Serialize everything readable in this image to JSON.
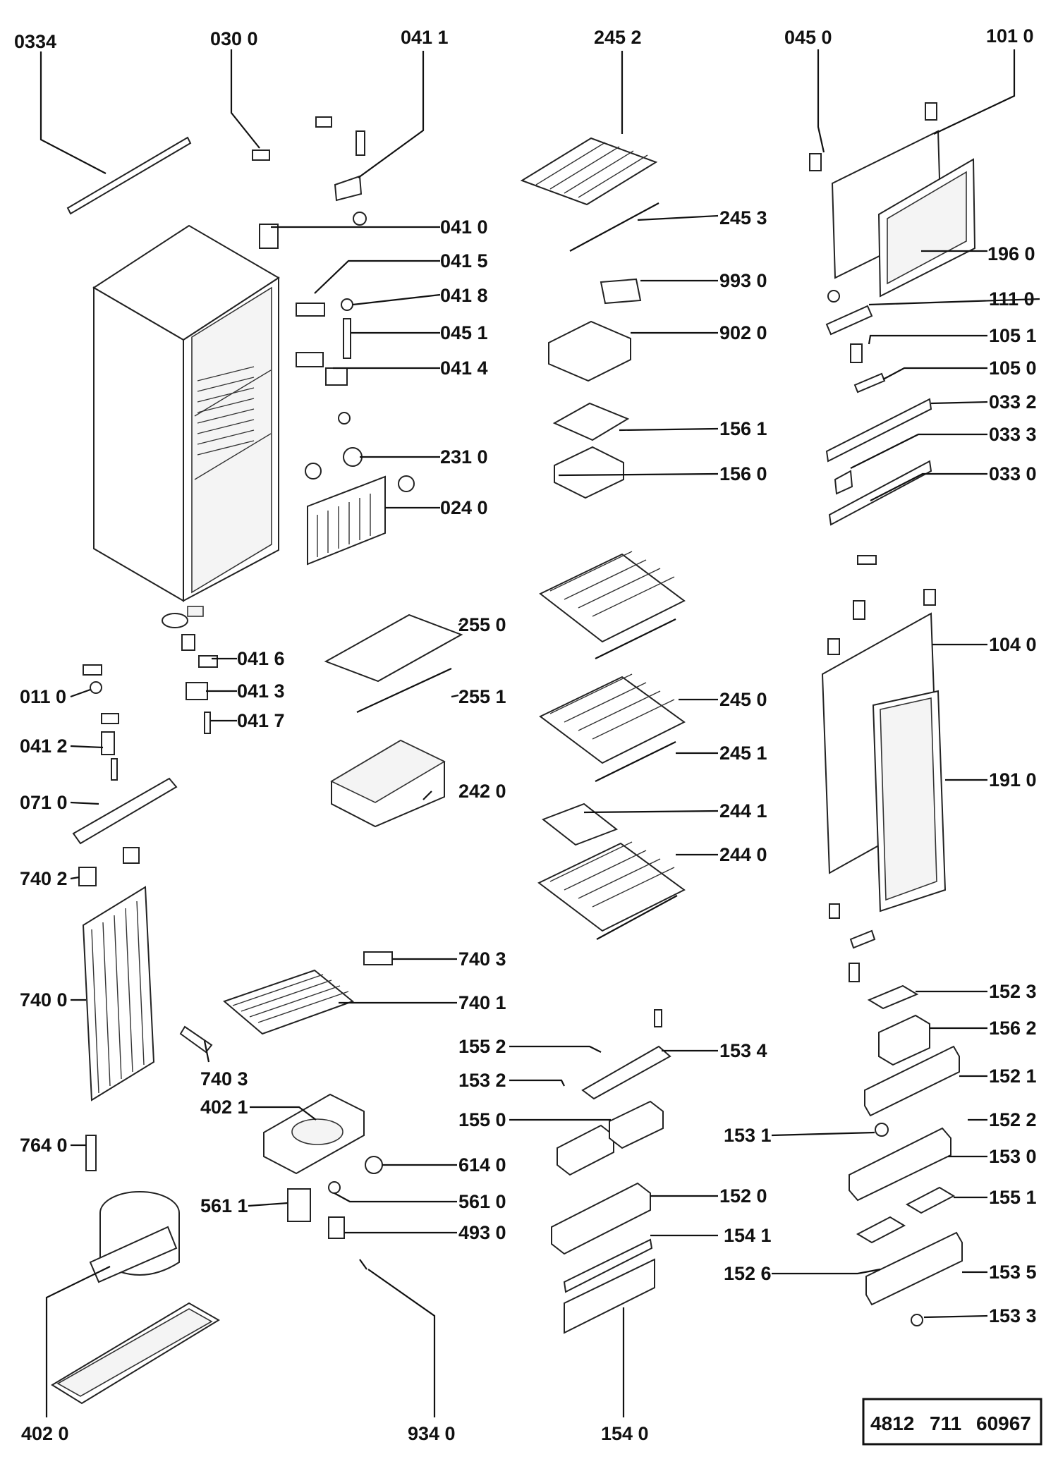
{
  "callouts": {
    "c0334": "0334",
    "c0300": "030 0",
    "c0411": "041 1",
    "c2452": "245 2",
    "c0450": "045 0",
    "c1010": "101 0",
    "c0410": "041 0",
    "c2453": "245 3",
    "c0415": "041 5",
    "c9930": "993 0",
    "c1960": "196 0",
    "c0418": "041 8",
    "c1110": "111 0",
    "c0451": "045 1",
    "c9020": "902 0",
    "c1051": "105 1",
    "c0414": "041 4",
    "c1050": "105 0",
    "c0332": "033 2",
    "c1561": "156 1",
    "c0333": "033 3",
    "c2310": "231 0",
    "c1560": "156 0",
    "c0330": "033 0",
    "c0240": "024 0",
    "c2550": "255 0",
    "c1040": "104 0",
    "c0416": "041 6",
    "c0413": "041 3",
    "c0110": "011 0",
    "c2551": "255 1",
    "c2450": "245 0",
    "c0417": "041 7",
    "c0412": "041 2",
    "c2451": "245 1",
    "c0710": "071 0",
    "c2420": "242 0",
    "c1910": "191 0",
    "c2441": "244 1",
    "c2440": "244 0",
    "c7402": "740 2",
    "c7403a": "740 3",
    "c7400": "740 0",
    "c7401": "740 1",
    "c1523": "152 3",
    "c1552": "155 2",
    "c1534": "153 4",
    "c1562": "156 2",
    "c7403b": "740 3",
    "c1532": "153 2",
    "c1521": "152 1",
    "c4021": "402 1",
    "c1550": "155 0",
    "c1522": "152 2",
    "c1531": "153 1",
    "c1530": "153 0",
    "c7640": "764 0",
    "c6140": "614 0",
    "c5611": "561 1",
    "c5610": "561 0",
    "c1520": "152 0",
    "c1551": "155 1",
    "c4930": "493 0",
    "c1541": "154 1",
    "c1526": "152 6",
    "c1535": "153 5",
    "c1533": "153 3",
    "c4020": "402 0",
    "c9340": "934 0",
    "c1540": "154 0"
  },
  "reference": {
    "part1": "4812",
    "part2": "711",
    "part3": "60967"
  },
  "colors": {
    "ink": "#111111",
    "paper": "#ffffff"
  }
}
